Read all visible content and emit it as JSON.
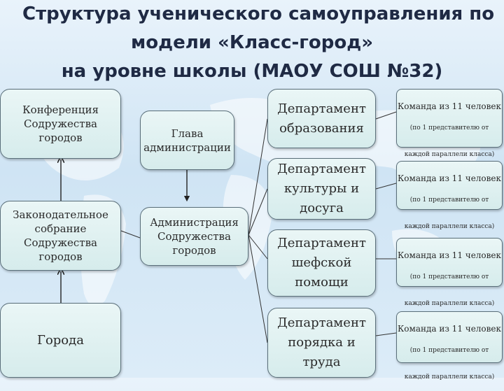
{
  "title": {
    "line1": "Структура ученического самоуправления по",
    "line2": "модели «Класс-город»",
    "line3": "на уровне школы (МАОУ СОШ №32)"
  },
  "left": {
    "conference": "Конференция\nСодружества\nгородов",
    "legislative": "Законодательное\nсобрание\nСодружества\nгородов",
    "cities": "Города"
  },
  "middle": {
    "head": "Глава\nадминистрации",
    "administration": "Администрация\nСодружества\nгородов"
  },
  "departments": [
    "Департамент\nобразования",
    "Департамент\nкультуры и\nдосуга",
    "Департамент\nшефской\nпомощи",
    "Департамент\nпорядка и труда"
  ],
  "team": {
    "line1": "Команда из 11 человек",
    "line2": "(по 1 представителю от",
    "line3": "каждой параллели класса)"
  },
  "colors": {
    "title": "#1f2a44",
    "box_fill": "#e0f1f1",
    "box_border": "#5a6f7a",
    "background": "#d6e8f6"
  }
}
